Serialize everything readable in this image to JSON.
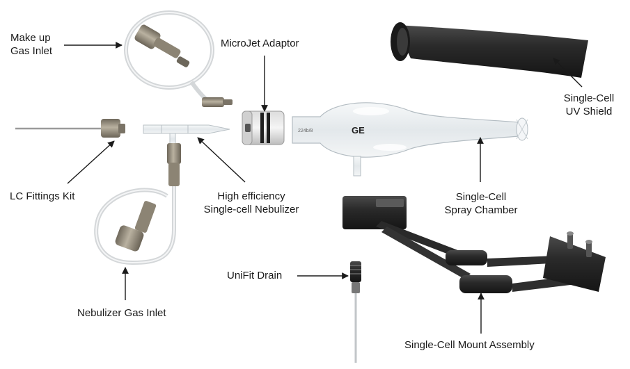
{
  "labels": {
    "makeup_gas_inlet": [
      "Make up",
      "Gas Inlet"
    ],
    "microjet_adaptor": "MicroJet Adaptor",
    "uv_shield": [
      "Single-Cell",
      "UV Shield"
    ],
    "lc_fittings_kit": "LC Fittings Kit",
    "nebulizer": [
      "High efficiency",
      "Single-cell Nebulizer"
    ],
    "spray_chamber": [
      "Single-Cell",
      "Spray Chamber"
    ],
    "unifit_drain": "UniFit Drain",
    "nebulizer_gas_inlet": "Nebulizer Gas Inlet",
    "mount_assembly": "Single-Cell Mount Assembly"
  },
  "markings": {
    "logo": "GE",
    "chamber_code": "224b/8"
  },
  "colors": {
    "arrow": "#1a1a1a",
    "tubing": "#d4d7d9",
    "fitting": "#8c8474",
    "black_part": "#2b2b2b",
    "glass": "#eef1f3"
  }
}
